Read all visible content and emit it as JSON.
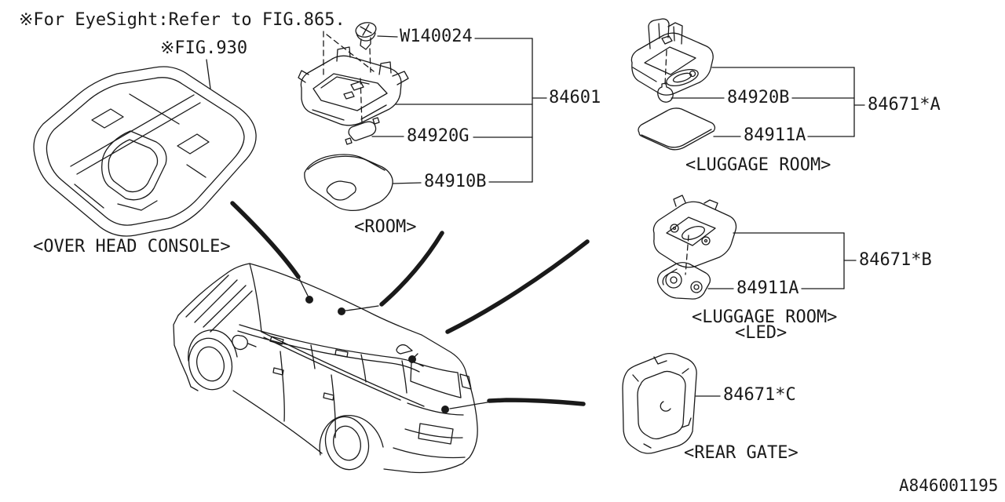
{
  "colors": {
    "line": "#1a1a1a",
    "background": "#ffffff"
  },
  "notes": {
    "eyesight": "※For EyeSight:Refer to FIG.865.",
    "fig_ref": "※FIG.930"
  },
  "callouts": {
    "w140024": "W140024",
    "c84601": "84601",
    "c84920g": "84920G",
    "c84910b": "84910B",
    "c84920b": "84920B",
    "c84671a": "84671*A",
    "c84911a_top": "84911A",
    "c84671b": "84671*B",
    "c84911a_mid": "84911A",
    "c84671c": "84671*C"
  },
  "section_labels": {
    "room": "<ROOM>",
    "overhead_console": "<OVER HEAD CONSOLE>",
    "luggage_room_a": "<LUGGAGE ROOM>",
    "luggage_room_b": "<LUGGAGE ROOM>",
    "led": "<LED>",
    "rear_gate": "<REAR GATE>"
  },
  "footer": {
    "drawing_id": "A846001195"
  }
}
